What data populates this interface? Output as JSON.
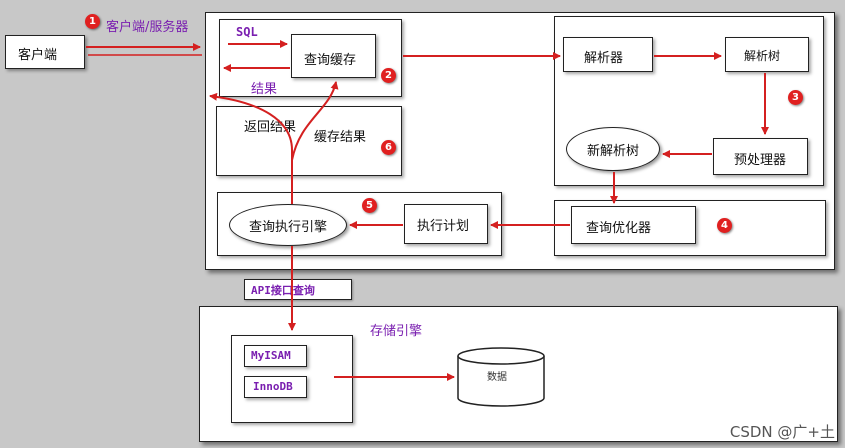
{
  "client": {
    "label": "客户端"
  },
  "link_label": "客户端/服务器",
  "server": {
    "cache_box": {
      "sql_label": "SQL",
      "cache_label": "查询缓存",
      "result_label": "结果"
    },
    "parser_label": "解析器",
    "parse_tree_label": "解析树",
    "preprocessor_label": "预处理器",
    "new_parse_tree_label": "新解析树",
    "optimizer_label": "查询优化器",
    "exec_plan_label": "执行计划",
    "exec_engine_label": "查询执行引擎",
    "return_result_label": "返回结果",
    "cache_result_label": "缓存结果"
  },
  "api_label": "API接口查询",
  "storage": {
    "title": "存储引擎",
    "engines": [
      "MyISAM",
      "InnoDB"
    ],
    "data_label": "数据"
  },
  "badges": [
    "1",
    "2",
    "3",
    "4",
    "5",
    "6"
  ],
  "colors": {
    "arrow": "#d42020",
    "badge": "#e02020",
    "label_purple": "#7a1fb0"
  },
  "watermark": "CSDN @广+土"
}
